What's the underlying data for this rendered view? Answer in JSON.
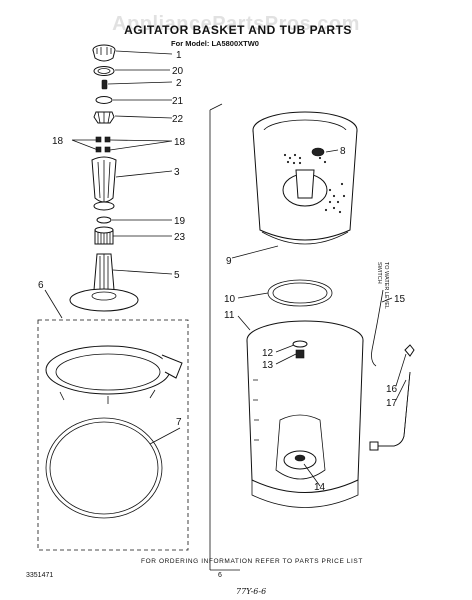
{
  "header": {
    "watermark": "AppliancePartsPros.com",
    "title": "AGITATOR BASKET AND TUB PARTS",
    "model": "For Model: LA5800XTW0"
  },
  "callouts": {
    "c1": "1",
    "c20": "20",
    "c2": "2",
    "c21": "21",
    "c22": "22",
    "c18a": "18",
    "c18b": "18",
    "c3": "3",
    "c19": "19",
    "c23": "23",
    "c5": "5",
    "c6": "6",
    "c7": "7",
    "c8": "8",
    "c9": "9",
    "c10": "10",
    "c11": "11",
    "c12": "12",
    "c13": "13",
    "c14": "14",
    "c15": "15",
    "c16": "16",
    "c17": "17"
  },
  "side_label": {
    "line1": "TO WATER LEVEL",
    "line2": "SWITCH"
  },
  "footer": {
    "note": "FOR ORDERING INFORMATION REFER TO PARTS PRICE LIST",
    "doc_number": "3351471",
    "page": "6",
    "handwritten": "77Y-6-6"
  }
}
